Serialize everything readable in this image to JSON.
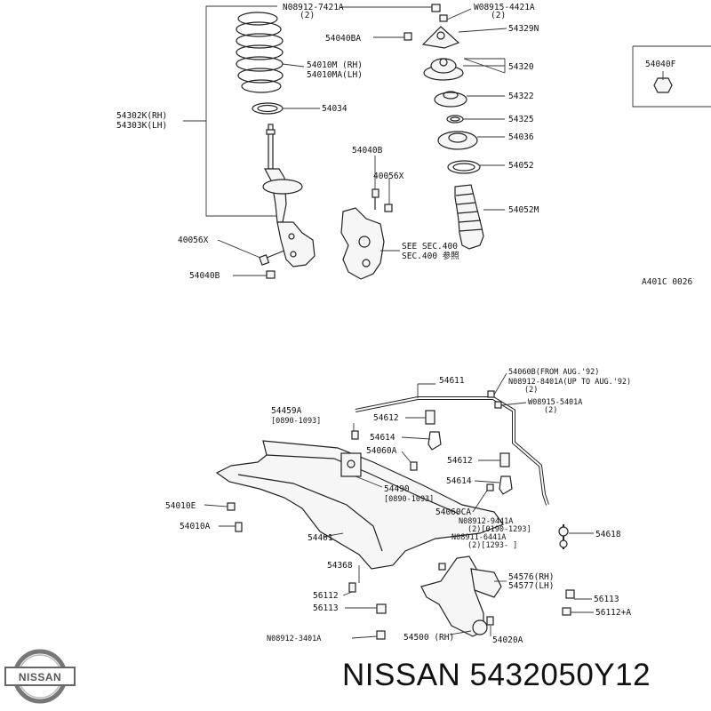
{
  "brand": {
    "logo_text": "NISSAN",
    "title": "NISSAN 5432050Y12"
  },
  "top": {
    "l_08912_7421A": "N08912-7421A",
    "l_08912_7421A_q": "(2)",
    "l_08915_4421A": "W08915-4421A",
    "l_08915_4421A_q": "(2)",
    "l_54040BA": "54040BA",
    "l_54329N": "54329N",
    "l_54010M": "54010M (RH)",
    "l_54010MA": "54010MA(LH)",
    "l_54320": "54320",
    "l_54322": "54322",
    "l_54034": "54034",
    "l_54302K": "54302K(RH)",
    "l_54303K": "54303K(LH)",
    "l_54325": "54325",
    "l_54036": "54036",
    "l_54040B_a": "54040B",
    "l_54052": "54052",
    "l_40056X_a": "40056X",
    "l_54052M": "54052M",
    "l_40056X_b": "40056X",
    "l_see1": "SEE SEC.400",
    "l_see2": "SEC.400 参照",
    "l_54040B_b": "54040B",
    "l_54040F": "54040F",
    "ref": "A401C 0026"
  },
  "bottom": {
    "l_54611": "54611",
    "l_54060B": "54060B(FROM AUG.'92)",
    "l_08912_8401A": "N08912-8401A(UP TO AUG.'92)",
    "l_08912_8401A_q": "(2)",
    "l_08915_5401A": "W08915-5401A",
    "l_08915_5401A_q": "(2)",
    "l_54459A": "54459A",
    "l_54459A_d": "[0890-1093]",
    "l_54612_a": "54612",
    "l_54614_a": "54614",
    "l_54060A_a": "54060A",
    "l_54612_b": "54612",
    "l_54614_b": "54614",
    "l_54490": "54490",
    "l_54490_d": "[0890-1093]",
    "l_54010E": "54010E",
    "l_54060CA": "54060CA",
    "l_08912_9441A": "N08912-9441A",
    "l_08912_9441A_q": "(2)[0190-1293]",
    "l_54010A": "54010A",
    "l_08911_6441A": "N08911-6441A",
    "l_08911_6441A_q": "(2)[1293-    ]",
    "l_54618": "54618",
    "l_54401": "54401",
    "l_54368": "54368",
    "l_54576": "54576(RH)",
    "l_54577": "54577(LH)",
    "l_56112": "56112",
    "l_56113_a": "56113",
    "l_56113_b": "56113",
    "l_56112A": "56112+A",
    "l_08912_3401A": "N08912-3401A",
    "l_54500": "54500 (RH)",
    "l_54020A": "54020A"
  }
}
